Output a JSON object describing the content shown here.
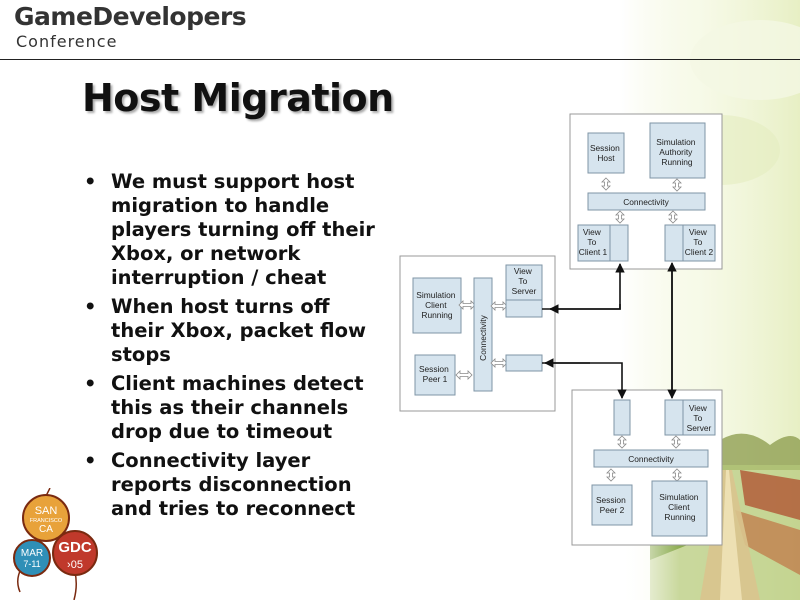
{
  "header": {
    "logo_line1": "GameDevelopers",
    "logo_line2": "Conference"
  },
  "slide": {
    "title": "Host Migration",
    "bullet_char": "•",
    "bullets": [
      "We must support host migration to handle players turning off their Xbox, or network interruption / cheat",
      "When host turns off their Xbox, packet flow stops",
      "Client machines detect this as their channels drop due to timeout",
      "Connectivity layer reports disconnection and tries to reconnect"
    ]
  },
  "diagram": {
    "host_machine": {
      "session": [
        "Session",
        "Host"
      ],
      "simulation": [
        "Simulation",
        "Authority",
        "Running"
      ],
      "connectivity": "Connectivity",
      "view_client1": [
        "View",
        "To",
        "Client 1"
      ],
      "view_client2": [
        "View",
        "To",
        "Client 2"
      ]
    },
    "peer1_machine": {
      "simulation": [
        "Simulation",
        "Client",
        "Running"
      ],
      "session": [
        "Session",
        "Peer 1"
      ],
      "connectivity": "Connectivity",
      "view_server": [
        "View",
        "To",
        "Server"
      ]
    },
    "peer2_machine": {
      "view_server": [
        "View",
        "To",
        "Server"
      ],
      "connectivity": "Connectivity",
      "session": [
        "Session",
        "Peer 2"
      ],
      "simulation": [
        "Simulation",
        "Client",
        "Running"
      ]
    }
  },
  "badge": {
    "city1": "SAN",
    "city2": "FRANCISCO",
    "city3": "CA",
    "date1": "MAR",
    "date2": "7-11",
    "event": "GDC",
    "year": "›05"
  },
  "colors": {
    "box_fill": "#d6e4ee",
    "box_stroke": "#7f95a6",
    "sky": "#eef4d2",
    "field_green": "#86a940",
    "field_red": "#b05634"
  }
}
